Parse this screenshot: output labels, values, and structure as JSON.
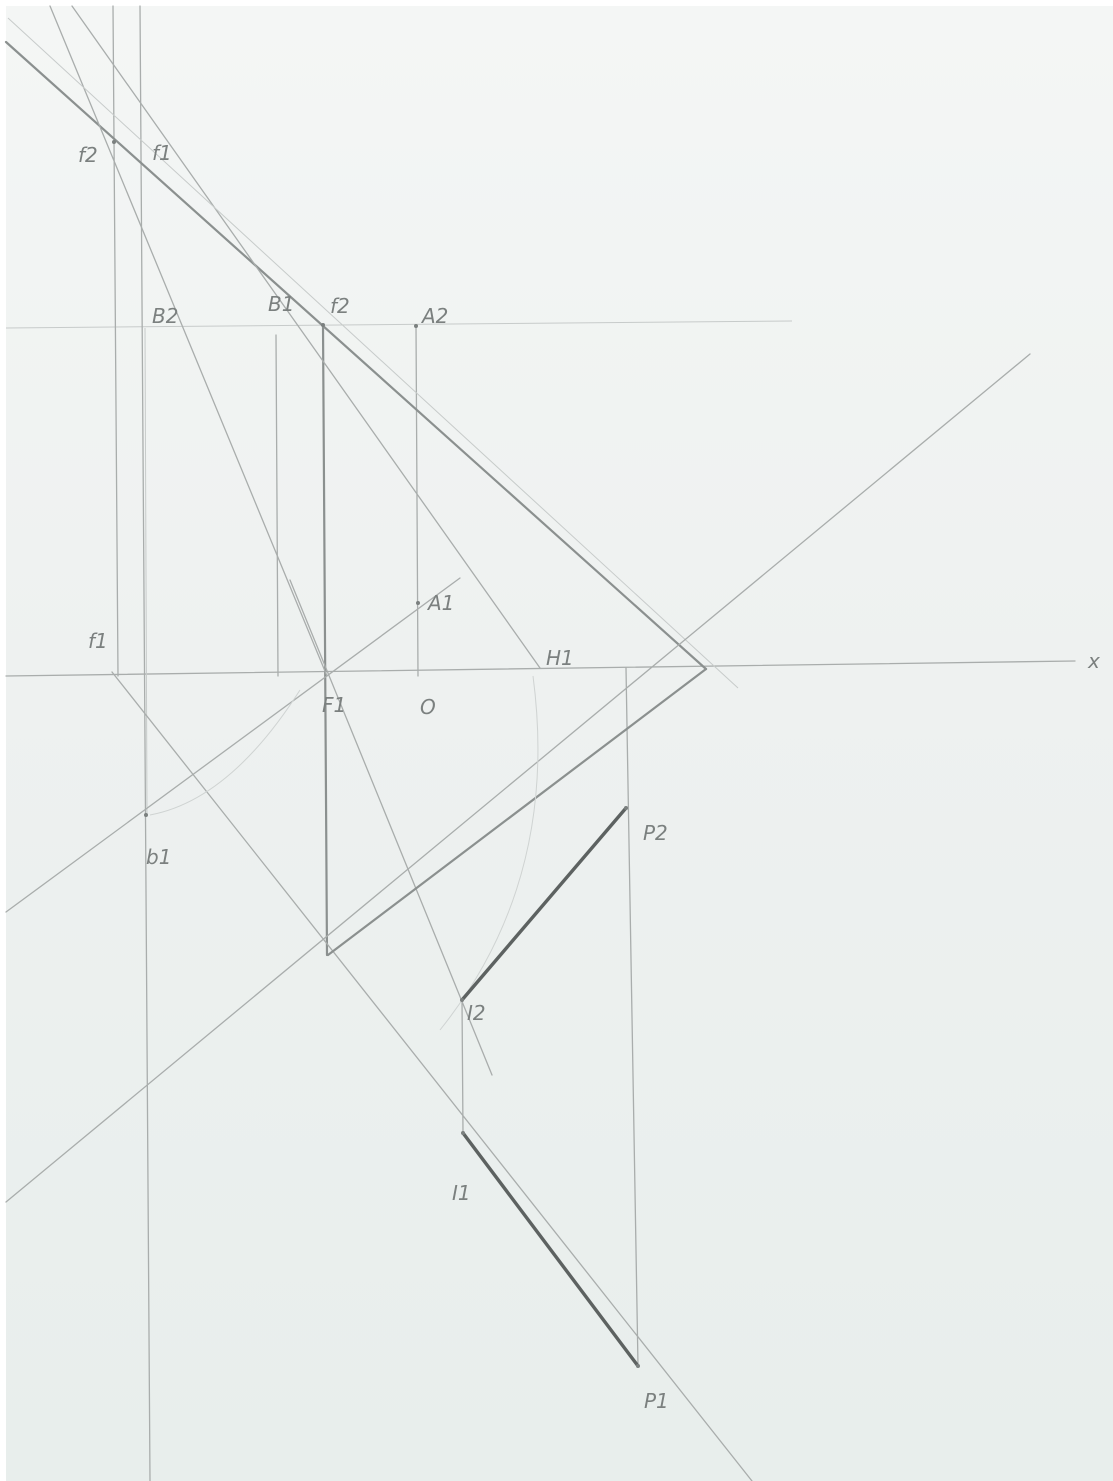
{
  "labels": {
    "f2_left": "f2",
    "f1_top": "f1",
    "B2": "B2",
    "B_mid": "B1",
    "f2_mid": "f2",
    "A2": "A2",
    "A1": "A1",
    "f1_left": "f1",
    "H": "H1",
    "x_axis": "x",
    "F1": "F1",
    "O": "O",
    "b1": "b1",
    "P2": "P2",
    "I2": "I2",
    "I1": "I1",
    "P1": "P1"
  }
}
